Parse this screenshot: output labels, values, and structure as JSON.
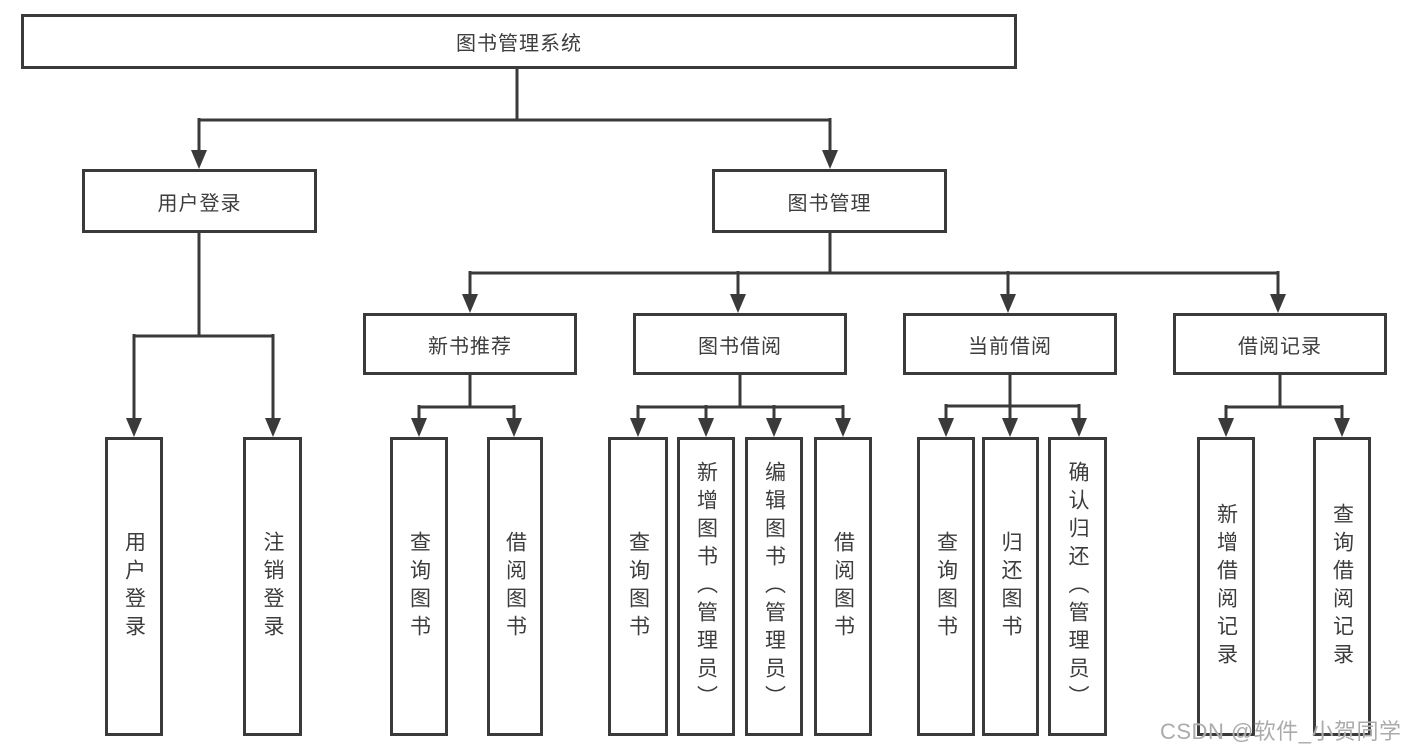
{
  "diagram": {
    "title": "图书管理系统",
    "root": {
      "label": "图书管理系统"
    },
    "level2": [
      {
        "label": "用户登录"
      },
      {
        "label": "图书管理"
      }
    ],
    "level3": [
      {
        "label": "新书推荐"
      },
      {
        "label": "图书借阅"
      },
      {
        "label": "当前借阅"
      },
      {
        "label": "借阅记录"
      }
    ],
    "leaves": [
      {
        "label": "用户登录",
        "parent": "用户登录"
      },
      {
        "label": "注销登录",
        "parent": "用户登录"
      },
      {
        "label": "查询图书",
        "parent": "新书推荐"
      },
      {
        "label": "借阅图书",
        "parent": "新书推荐"
      },
      {
        "label": "查询图书",
        "parent": "图书借阅"
      },
      {
        "label": "新增图书（管理员）",
        "parent": "图书借阅"
      },
      {
        "label": "编辑图书（管理员）",
        "parent": "图书借阅"
      },
      {
        "label": "借阅图书",
        "parent": "图书借阅"
      },
      {
        "label": "查询图书",
        "parent": "当前借阅"
      },
      {
        "label": "归还图书",
        "parent": "当前借阅"
      },
      {
        "label": "确认归还（管理员）",
        "parent": "当前借阅"
      },
      {
        "label": "新增借阅记录",
        "parent": "借阅记录"
      },
      {
        "label": "查询借阅记录",
        "parent": "借阅记录"
      }
    ],
    "colors": {
      "line": "#3a3a3a",
      "text": "#3d3d3d",
      "background": "#ffffff",
      "watermark": "#ababab"
    }
  },
  "watermark": {
    "text": "CSDN @软件_小贺同学"
  }
}
